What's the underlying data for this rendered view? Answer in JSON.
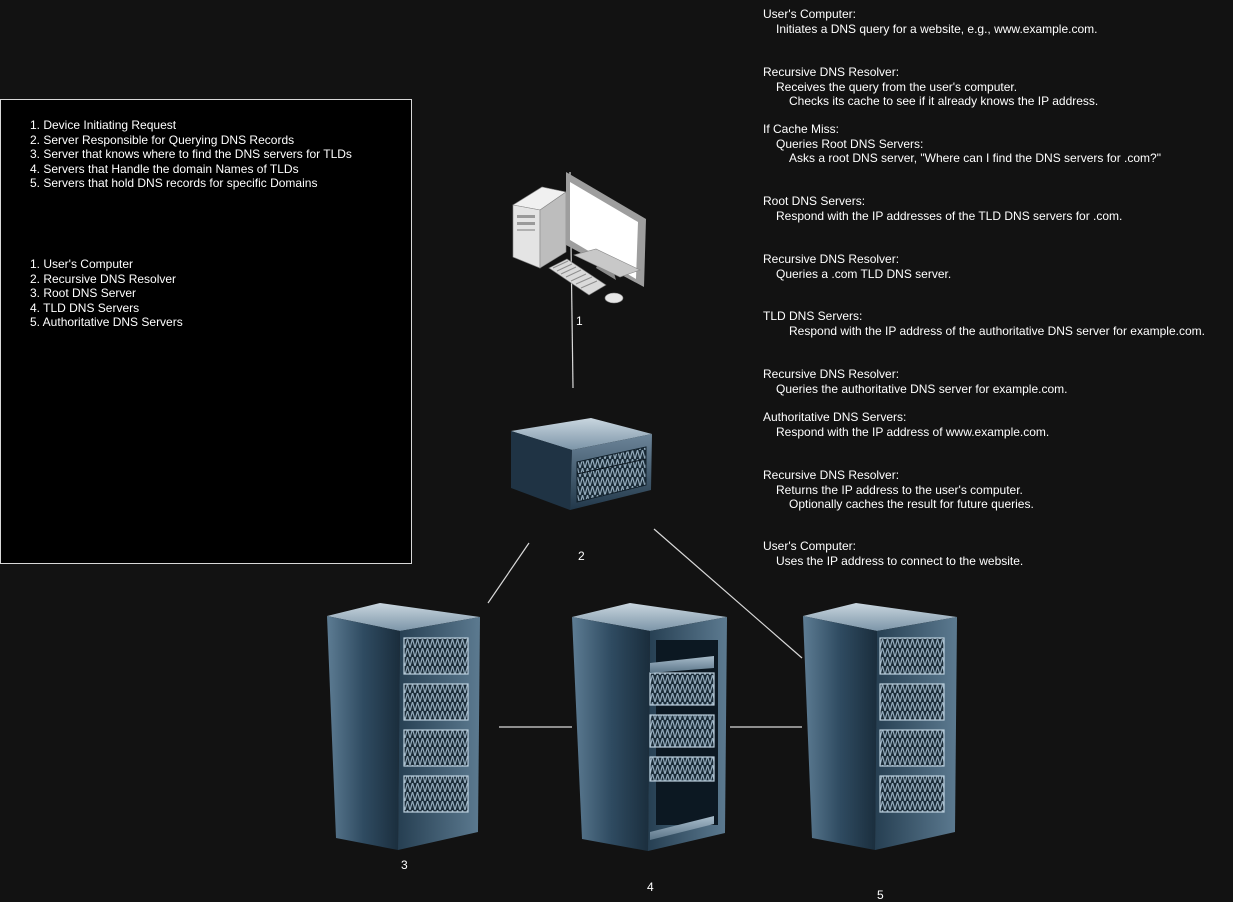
{
  "legend": {
    "roles": [
      "1. Device Initiating Request",
      "2. Server Responsible for Querying DNS Records",
      "3. Server that knows where to find the DNS servers for TLDs",
      "4. Servers that Handle the domain Names of TLDs",
      "5. Servers that hold DNS records for specific Domains"
    ],
    "names": [
      "1. User's Computer",
      "2. Recursive DNS Resolver",
      "3. Root DNS Server",
      "4. TLD DNS Servers",
      "5. Authoritative DNS Servers"
    ]
  },
  "steps": [
    {
      "title": "User's Computer:",
      "lines": [
        "Initiates a DNS query for a website, e.g., www.example.com."
      ]
    },
    {
      "title": "Recursive DNS Resolver:",
      "lines": [
        "Receives the query from the user's computer.",
        "Checks its cache to see if it already knows the IP address."
      ]
    },
    {
      "title": "If Cache Miss:",
      "lines": [
        "Queries Root DNS Servers:",
        "Asks a root DNS server, \"Where can I find the DNS servers for .com?\""
      ]
    },
    {
      "title": "Root DNS Servers:",
      "lines": [
        "Respond with the IP addresses of the TLD DNS servers for .com."
      ]
    },
    {
      "title": "Recursive DNS Resolver:",
      "lines": [
        "Queries a .com TLD DNS server."
      ]
    },
    {
      "title": "TLD DNS Servers:",
      "lines": [
        "Respond with the IP address of the authoritative DNS server for example.com."
      ]
    },
    {
      "title": "Recursive DNS Resolver:",
      "lines": [
        "Queries the authoritative DNS server for example.com."
      ]
    },
    {
      "title": "Authoritative DNS Servers:",
      "lines": [
        "Respond with the IP address of www.example.com."
      ]
    },
    {
      "title": "Recursive DNS Resolver:",
      "lines": [
        "Returns the IP address to the user's computer.",
        "Optionally caches the result for future queries."
      ]
    },
    {
      "title": "User's Computer:",
      "lines": [
        "Uses the IP address to connect to the website."
      ]
    }
  ],
  "nodes": {
    "computer": {
      "label": "1",
      "icon": "desktop-computer-icon"
    },
    "resolver": {
      "label": "2",
      "icon": "rack-server-icon"
    },
    "root": {
      "label": "3",
      "icon": "server-tower-icon"
    },
    "tld": {
      "label": "4",
      "icon": "open-rack-icon"
    },
    "authoritative": {
      "label": "5",
      "icon": "server-tower-icon"
    }
  },
  "colors": {
    "background": "#121212",
    "legend_background": "#000000",
    "connector": "#d9d9d9",
    "server_body": "#2b4a60"
  }
}
